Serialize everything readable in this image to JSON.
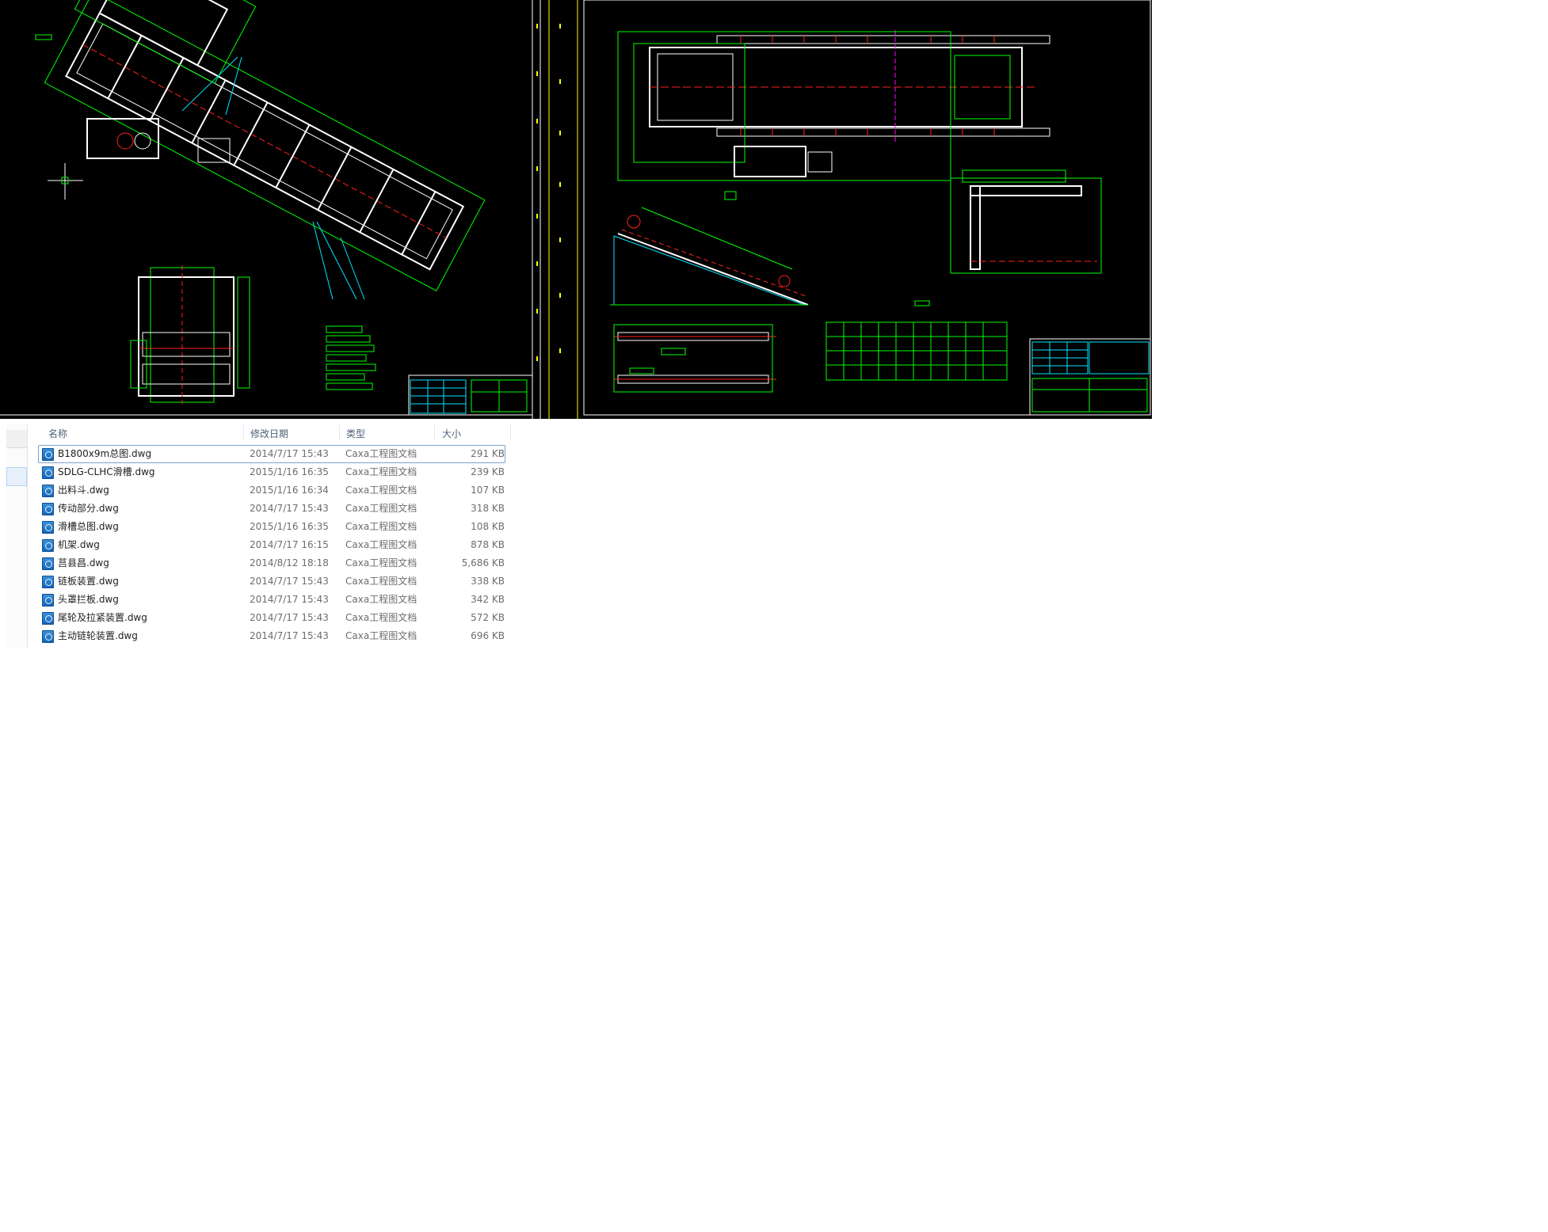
{
  "explorer": {
    "columns": {
      "name": "名称",
      "date": "修改日期",
      "type": "类型",
      "size": "大小"
    },
    "files": [
      {
        "name": "B1800x9m总图.dwg",
        "date": "2014/7/17 15:43",
        "type": "Caxa工程图文档",
        "size": "291 KB"
      },
      {
        "name": "SDLG-CLHC滑槽.dwg",
        "date": "2015/1/16 16:35",
        "type": "Caxa工程图文档",
        "size": "239 KB"
      },
      {
        "name": "出料斗.dwg",
        "date": "2015/1/16 16:34",
        "type": "Caxa工程图文档",
        "size": "107 KB"
      },
      {
        "name": "传动部分.dwg",
        "date": "2014/7/17 15:43",
        "type": "Caxa工程图文档",
        "size": "318 KB"
      },
      {
        "name": "滑槽总图.dwg",
        "date": "2015/1/16 16:35",
        "type": "Caxa工程图文档",
        "size": "108 KB"
      },
      {
        "name": "机架.dwg",
        "date": "2014/7/17 16:15",
        "type": "Caxa工程图文档",
        "size": "878 KB"
      },
      {
        "name": "莒县昌.dwg",
        "date": "2014/8/12 18:18",
        "type": "Caxa工程图文档",
        "size": "5,686 KB"
      },
      {
        "name": "链板装置.dwg",
        "date": "2014/7/17 15:43",
        "type": "Caxa工程图文档",
        "size": "338 KB"
      },
      {
        "name": "头罩拦板.dwg",
        "date": "2014/7/17 15:43",
        "type": "Caxa工程图文档",
        "size": "342 KB"
      },
      {
        "name": "尾轮及拉紧装置.dwg",
        "date": "2014/7/17 15:43",
        "type": "Caxa工程图文档",
        "size": "572 KB"
      },
      {
        "name": "主动链轮装置.dwg",
        "date": "2014/7/17 15:43",
        "type": "Caxa工程图文档",
        "size": "696 KB"
      }
    ],
    "selected_index": 0
  },
  "colors": {
    "cad_background": "#000000",
    "cad_white": "#ffffff",
    "cad_green": "#00ff00",
    "cad_red": "#ff2020",
    "cad_cyan": "#00e5ff",
    "cad_yellow": "#ffff00",
    "cad_magenta": "#ff00ff",
    "file_icon": "#1e73c8"
  },
  "icons": {
    "file": "dwg-file-icon"
  }
}
